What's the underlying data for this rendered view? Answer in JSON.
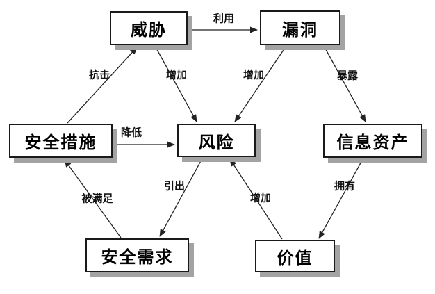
{
  "diagram": {
    "type": "relationship-diagram",
    "topic": "security-risk-relationships",
    "nodes": [
      {
        "id": "threat",
        "label": "威胁"
      },
      {
        "id": "vulnerability",
        "label": "漏洞"
      },
      {
        "id": "safeguard",
        "label": "安全措施"
      },
      {
        "id": "risk",
        "label": "风险"
      },
      {
        "id": "information-asset",
        "label": "信息资产"
      },
      {
        "id": "security-requirement",
        "label": "安全需求"
      },
      {
        "id": "value",
        "label": "价值"
      }
    ],
    "edges": [
      {
        "from": "威胁",
        "to": "漏洞",
        "label": "利用"
      },
      {
        "from": "安全措施",
        "to": "威胁",
        "label": "抗击"
      },
      {
        "from": "威胁",
        "to": "风险",
        "label": "增加"
      },
      {
        "from": "漏洞",
        "to": "风险",
        "label": "增加"
      },
      {
        "from": "漏洞",
        "to": "信息资产",
        "label": "暴露"
      },
      {
        "from": "安全措施",
        "to": "风险",
        "label": "降低"
      },
      {
        "from": "风险",
        "to": "安全需求",
        "label": "引出"
      },
      {
        "from": "安全需求",
        "to": "安全措施",
        "label": "被满足"
      },
      {
        "from": "价值",
        "to": "风险",
        "label": "增加"
      },
      {
        "from": "信息资产",
        "to": "价值",
        "label": "拥有"
      }
    ],
    "colors": {
      "background": "#ffffff",
      "node_fill": "#ffffff",
      "node_border": "#1a1a1a",
      "node_shadow": "#a3a3a3",
      "line": "#222222",
      "text": "#000000"
    }
  }
}
